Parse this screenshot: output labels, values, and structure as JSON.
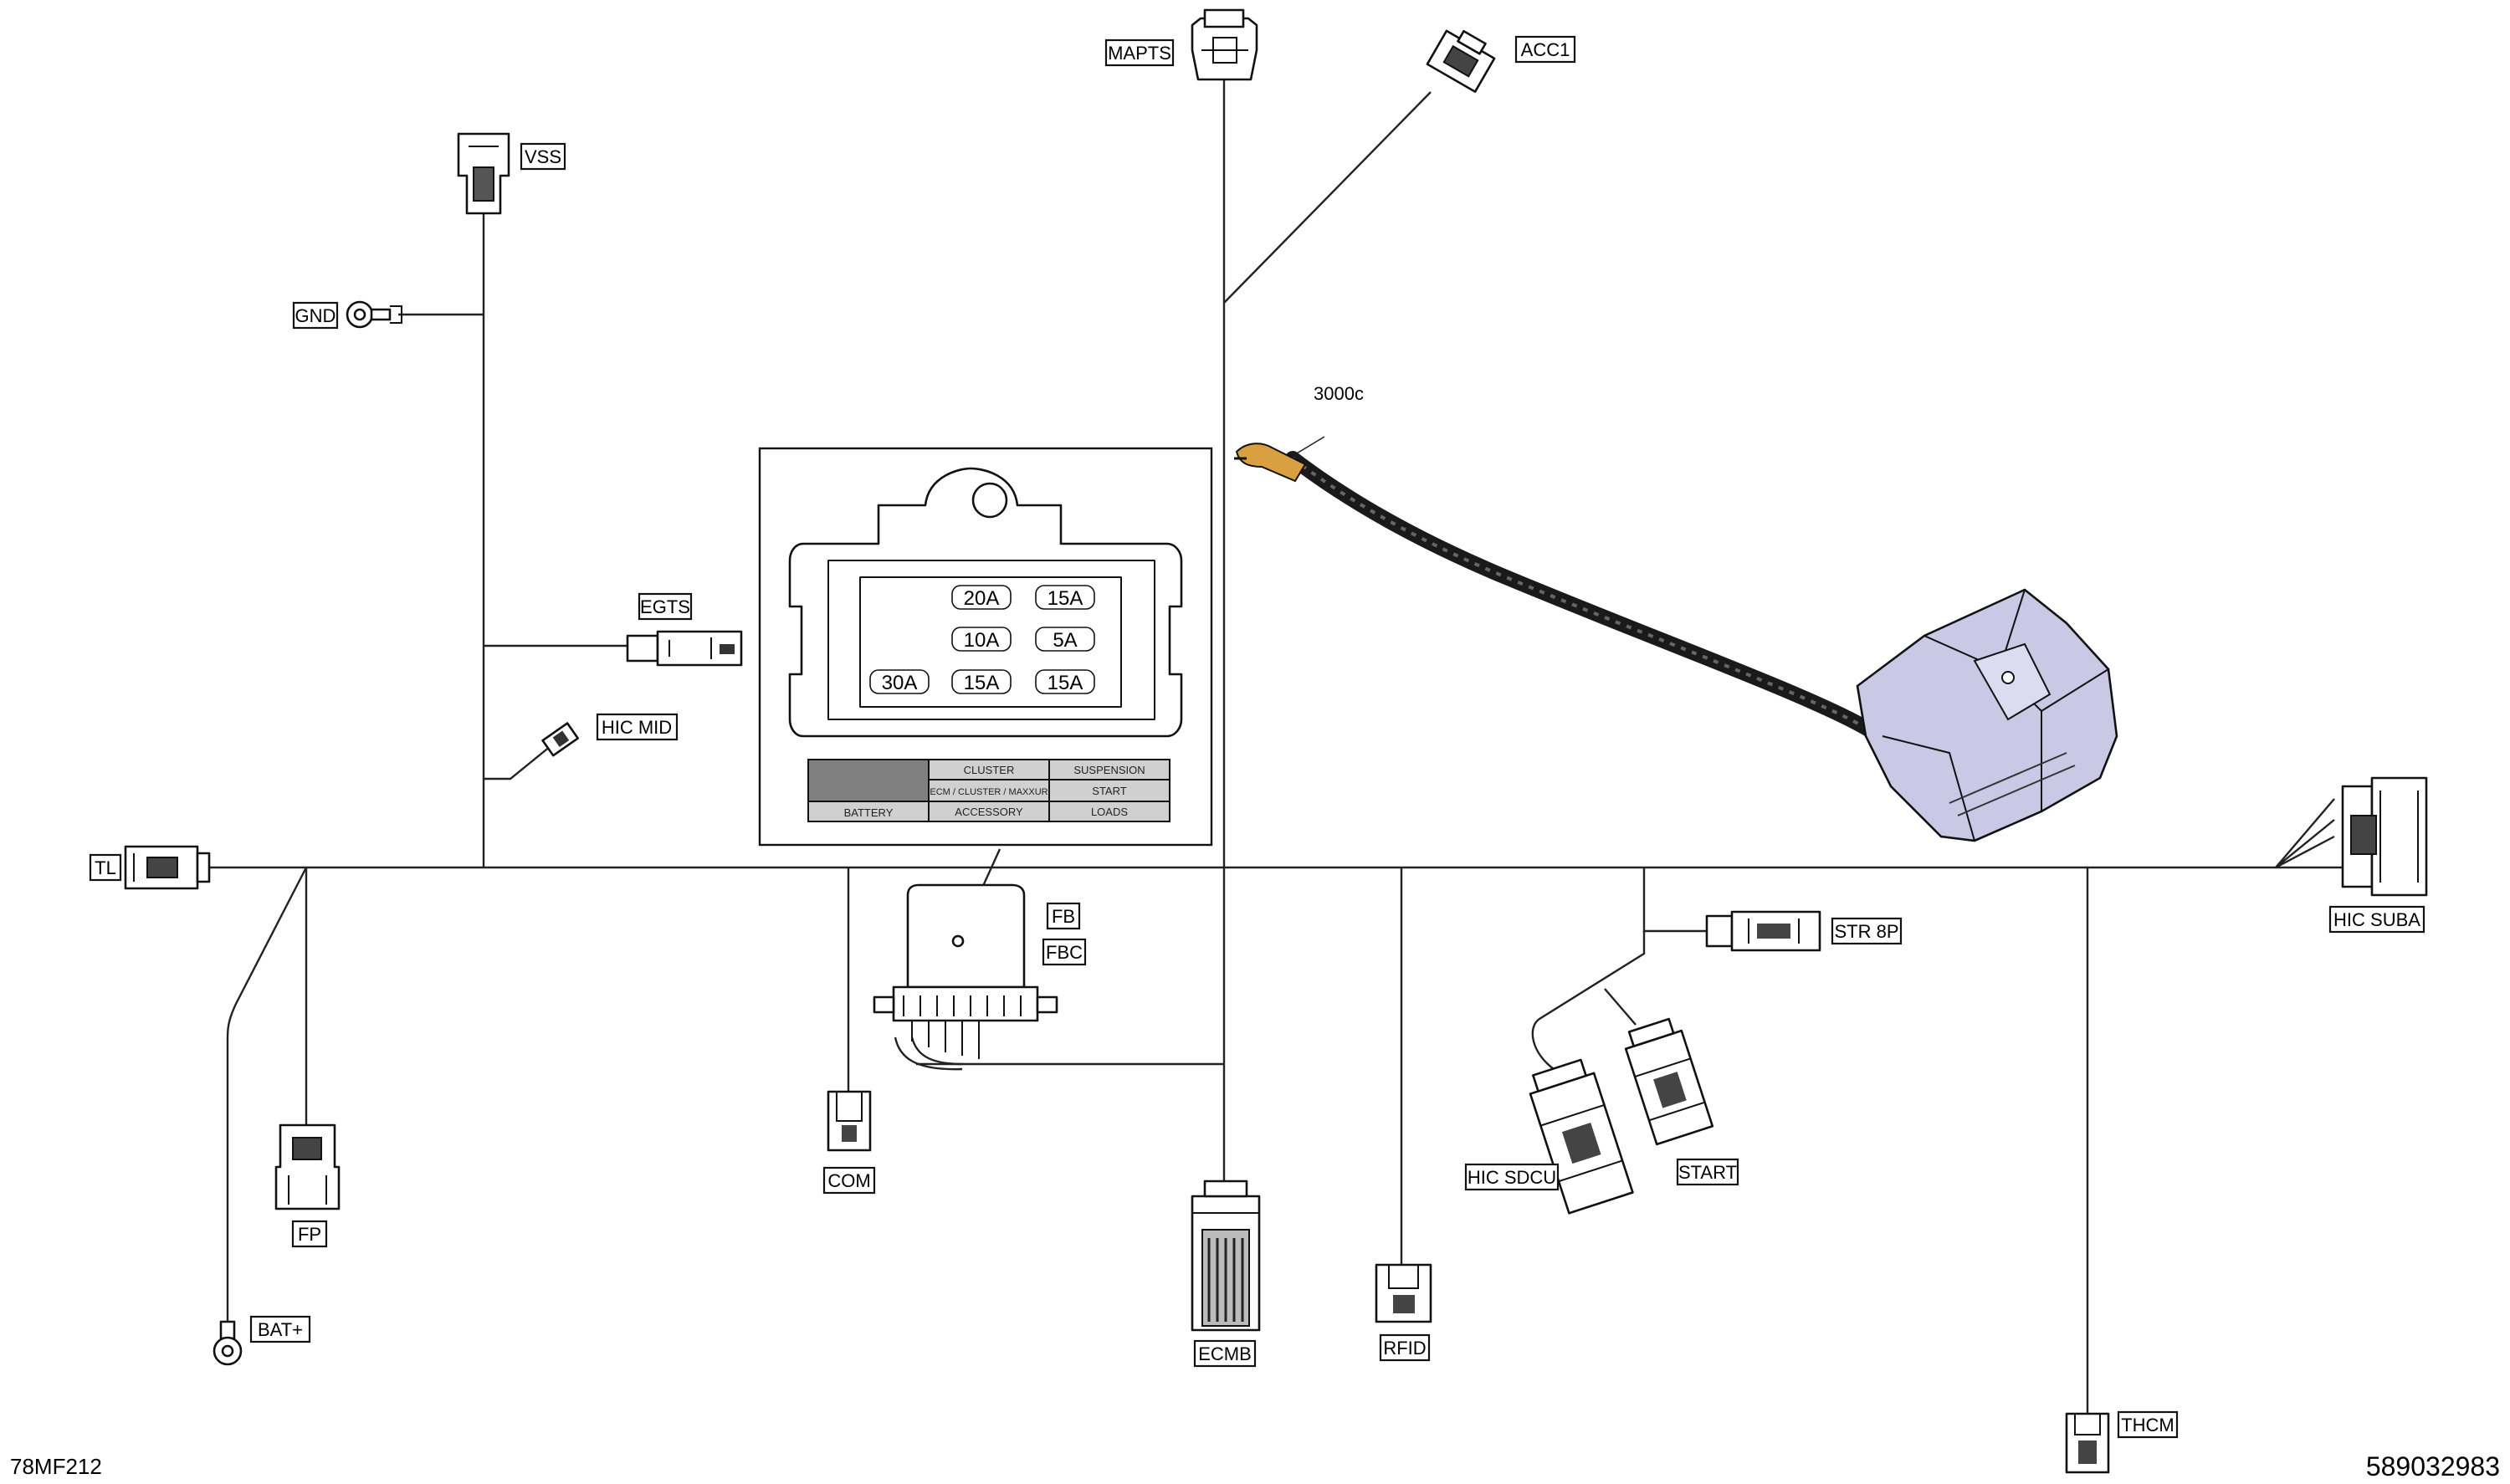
{
  "diagram_id": "78MF212",
  "part_number": "589032983",
  "callout": "3000c",
  "connectors": {
    "mapts": "MAPTS",
    "acc1": "ACC1",
    "vss": "VSS",
    "gnd": "GND",
    "egts": "EGTS",
    "hic_mid": "HIC MID",
    "tl": "TL",
    "fb": "FB",
    "fbc": "FBC",
    "com": "COM",
    "fp": "FP",
    "bat_plus": "BAT+",
    "ecmb": "ECMB",
    "rfid": "RFID",
    "str_8p": "STR 8P",
    "start": "START",
    "hic_sdcu": "HIC SDCU",
    "hic_suba": "HIC SUBA",
    "thcm": "THCM"
  },
  "fuse_box": {
    "fuses": [
      "20A",
      "15A",
      "10A",
      "5A",
      "30A",
      "15A",
      "15A"
    ],
    "legend": [
      "BATTERY",
      "CLUSTER",
      "ECM / CLUSTER / MAXXUR",
      "ACCESSORY",
      "SUSPENSION",
      "START",
      "LOADS"
    ]
  },
  "colors": {
    "line": "#222222",
    "module": "#c9c9e6",
    "sensor_tip": "#d8a040",
    "legend_dark": "#808080",
    "legend_light": "#d0d0d0"
  }
}
